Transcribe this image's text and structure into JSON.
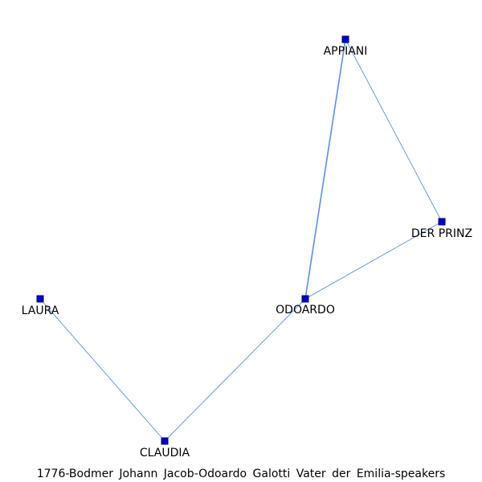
{
  "caption": "1776-Bodmer Johann Jacob-Odoardo Galotti Vater der Emilia-speakers",
  "colors": {
    "node_fill": "#0000cc",
    "node_stroke": "#000066",
    "edge": "#5b8fe0"
  },
  "nodes": [
    {
      "id": "APPIANI",
      "label": "APPIANI"
    },
    {
      "id": "DER PRINZ",
      "label": "DER PRINZ"
    },
    {
      "id": "ODOARDO",
      "label": "ODOARDO"
    },
    {
      "id": "LAURA",
      "label": "LAURA"
    },
    {
      "id": "CLAUDIA",
      "label": "CLAUDIA"
    }
  ],
  "edges": [
    {
      "source": "APPIANI",
      "target": "ODOARDO",
      "weight": 2
    },
    {
      "source": "APPIANI",
      "target": "DER PRINZ",
      "weight": 1
    },
    {
      "source": "DER PRINZ",
      "target": "ODOARDO",
      "weight": 1
    },
    {
      "source": "ODOARDO",
      "target": "CLAUDIA",
      "weight": 1
    },
    {
      "source": "LAURA",
      "target": "CLAUDIA",
      "weight": 1
    }
  ]
}
